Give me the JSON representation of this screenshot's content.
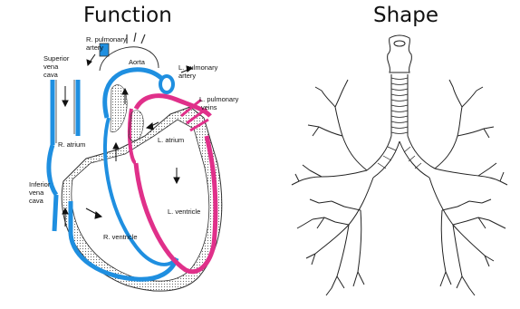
{
  "titles": {
    "left": "Function",
    "right": "Shape"
  },
  "heart_labels": {
    "r_pulmonary_artery": [
      "R. pulmonary",
      "artery"
    ],
    "aorta": "Aorta",
    "l_pulmonary_artery": [
      "L. pulmonary",
      "artery"
    ],
    "superior_vena_cava": [
      "Superior",
      "vena",
      "cava"
    ],
    "l_pulmonary_veins": [
      "L. pulmonary",
      "veins"
    ],
    "l_atrium": "L. atrium",
    "r_atrium": "R. atrium",
    "inferior_vena_cava": [
      "Inferior",
      "vena",
      "cava"
    ],
    "l_ventricle": "L. ventricle",
    "r_ventricle": "R. ventricle"
  },
  "colors": {
    "deoxygenated": "#1f8fe0",
    "oxygenated": "#e0308a",
    "stipple": "#888888"
  }
}
